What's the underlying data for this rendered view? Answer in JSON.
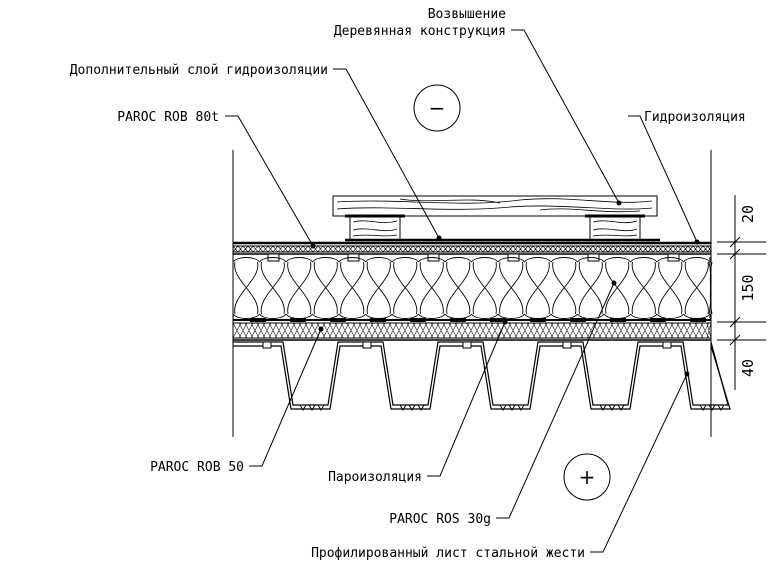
{
  "labels": {
    "elevation": "Возвышение",
    "wood_structure": "Деревянная конструкция",
    "extra_waterproofing": "Дополнительный слой гидроизоляции",
    "rob80t": "PAROC ROB 80t",
    "waterproofing": "Гидроизоляция",
    "rob50": "PAROC ROB 50",
    "vapour_barrier": "Пароизоляция",
    "ros30g": "PAROC ROS 30g",
    "steel_sheet": "Профилированный лист стальной жести"
  },
  "dimensions": [
    "20",
    "150",
    "40"
  ],
  "zones": {
    "minus": "−",
    "plus": "+"
  }
}
